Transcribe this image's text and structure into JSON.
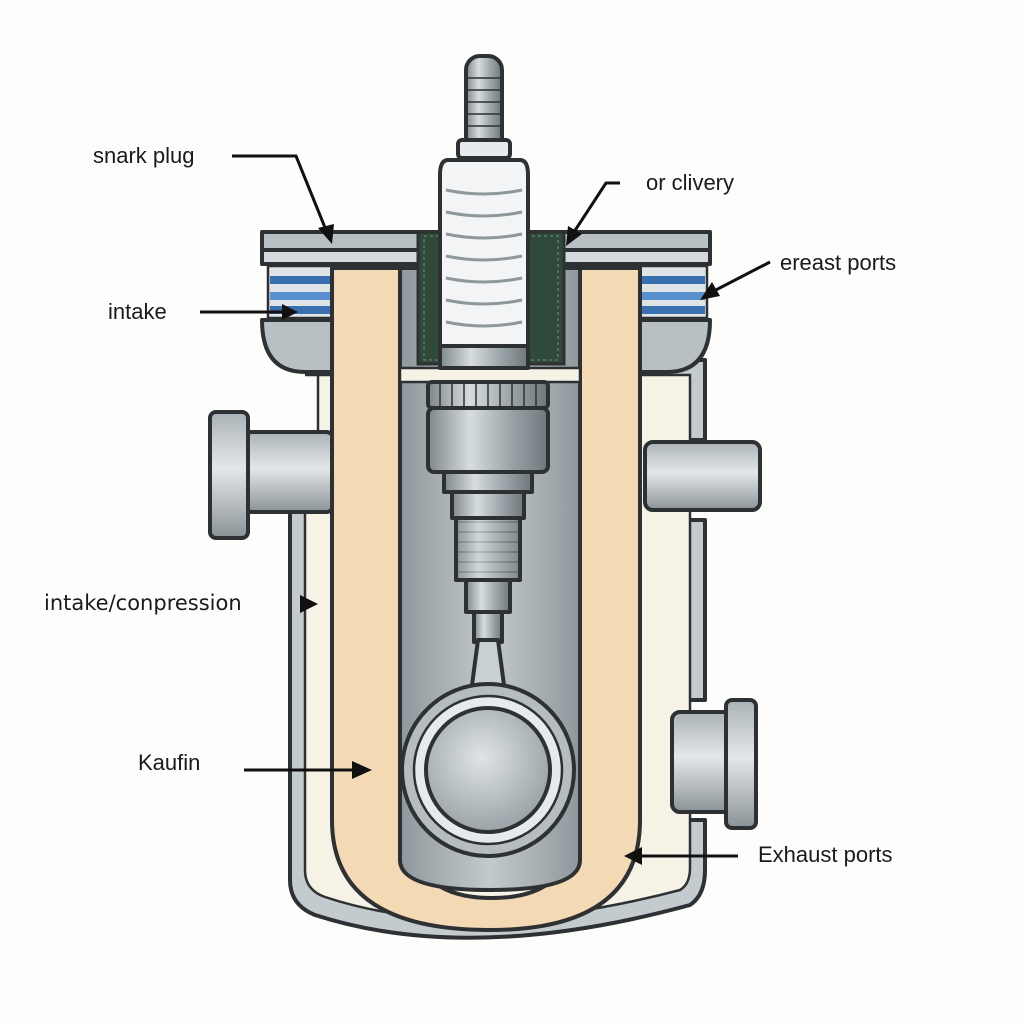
{
  "labels": {
    "spark_plug": "snark plug",
    "delivery": "or clivery",
    "exhaust_top": "ereast ports",
    "intake": "intake",
    "intake_compression": "intake/conpression",
    "kaufin": "Kaufin",
    "exhaust_bottom": "Exhaust ports"
  },
  "colors": {
    "metal": "#9aa3a7",
    "metal_light": "#c9d0d3",
    "chamber": "#f4d9b5",
    "outline": "#2e3133",
    "port_blue": "#3a6fb0",
    "seal_green": "#2f4a3a"
  }
}
